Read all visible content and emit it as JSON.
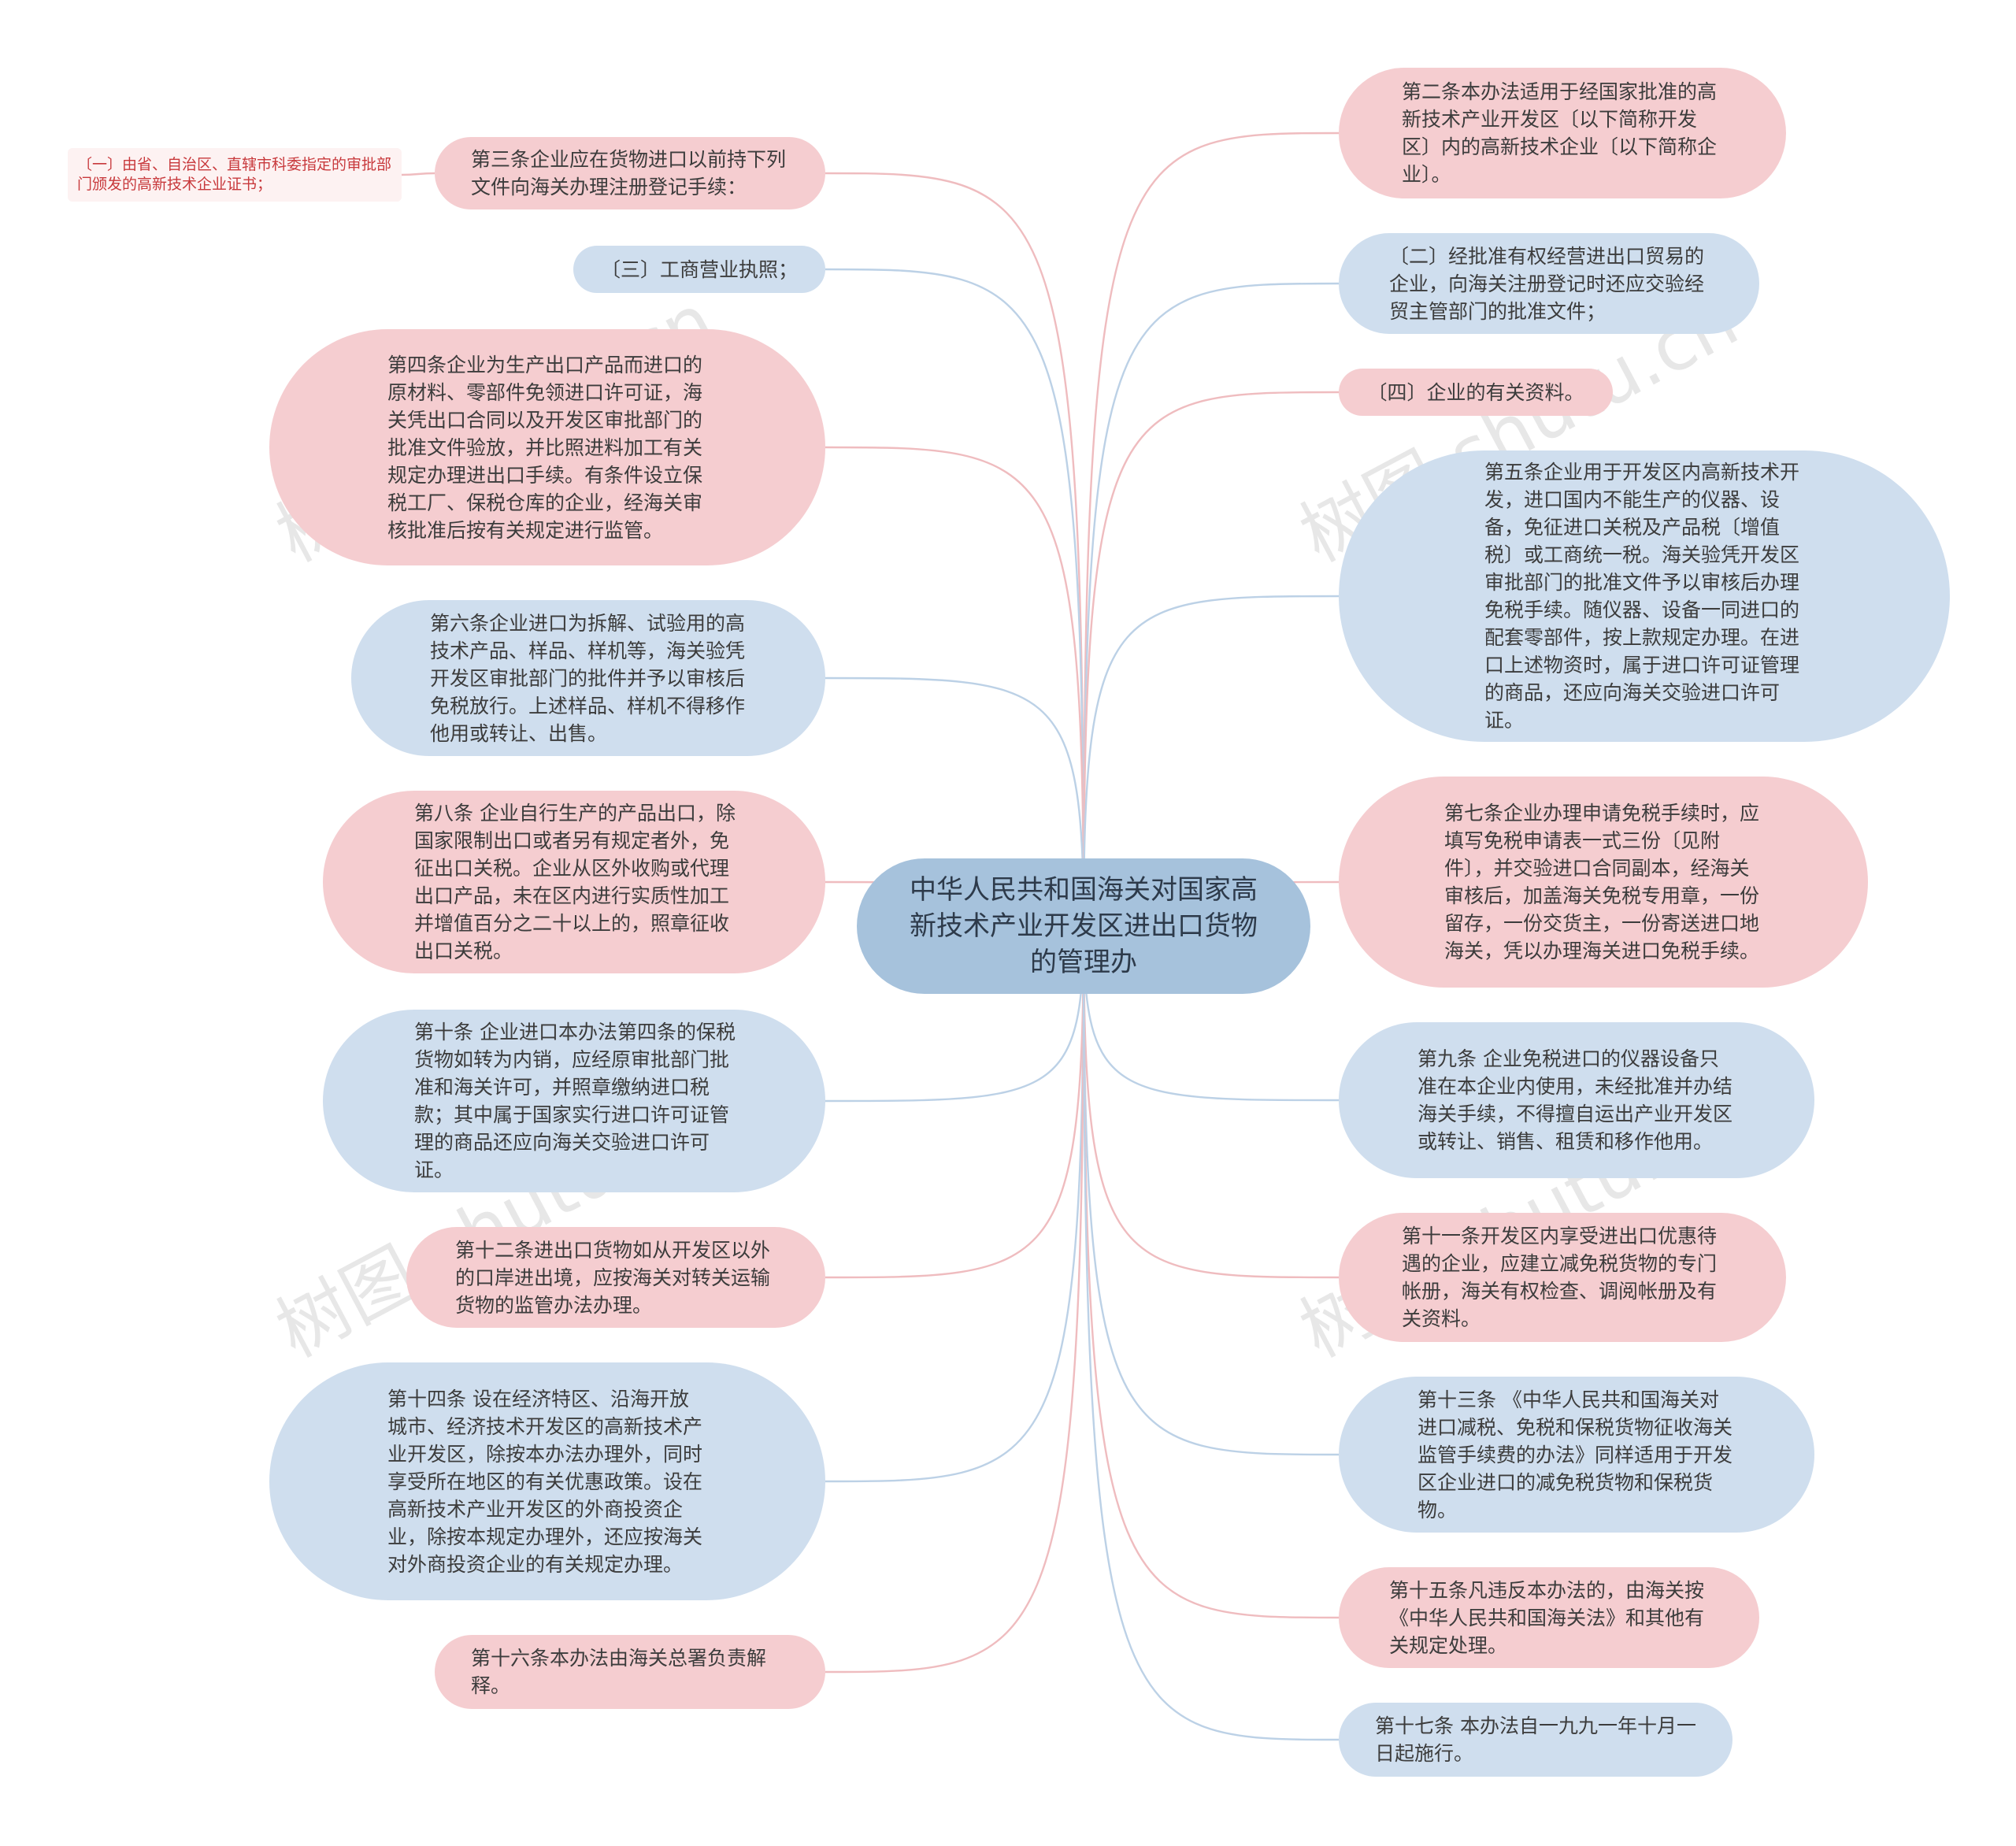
{
  "center": {
    "label": "中华人民共和国海关对国家高新技术产业开发区进出口货物的管理办"
  },
  "sub_note": {
    "label": "〔一〕由省、自治区、直辖市科委指定的审批部门颁发的高新技术企业证书；"
  },
  "left_nodes": [
    {
      "id": "art3",
      "color": "pink",
      "label": "第三条企业应在货物进口以前持下列文件向海关办理注册登记手续："
    },
    {
      "id": "item3",
      "color": "blue",
      "label": "〔三〕工商营业执照；"
    },
    {
      "id": "art4",
      "color": "pink",
      "label": "第四条企业为生产出口产品而进口的原材料、零部件免领进口许可证，海关凭出口合同以及开发区审批部门的批准文件验放，并比照进料加工有关规定办理进出口手续。有条件设立保税工厂、保税仓库的企业，经海关审核批准后按有关规定进行监管。"
    },
    {
      "id": "art6",
      "color": "blue",
      "label": "第六条企业进口为拆解、试验用的高技术产品、样品、样机等，海关验凭开发区审批部门的批件并予以审核后免税放行。上述样品、样机不得移作他用或转让、出售。"
    },
    {
      "id": "art8",
      "color": "pink",
      "label": "第八条 企业自行生产的产品出口，除国家限制出口或者另有规定者外，免征出口关税。企业从区外收购或代理出口产品，未在区内进行实质性加工并增值百分之二十以上的，照章征收出口关税。"
    },
    {
      "id": "art10",
      "color": "blue",
      "label": "第十条 企业进口本办法第四条的保税货物如转为内销，应经原审批部门批准和海关许可，并照章缴纳进口税款；其中属于国家实行进口许可证管理的商品还应向海关交验进口许可证。"
    },
    {
      "id": "art12",
      "color": "pink",
      "label": "第十二条进出口货物如从开发区以外的口岸进出境，应按海关对转关运输货物的监管办法办理。"
    },
    {
      "id": "art14",
      "color": "blue",
      "label": "第十四条 设在经济特区、沿海开放城市、经济技术开发区的高新技术产业开发区，除按本办法办理外，同时享受所在地区的有关优惠政策。设在高新技术产业开发区的外商投资企业，除按本规定办理外，还应按海关对外商投资企业的有关规定办理。"
    },
    {
      "id": "art16",
      "color": "pink",
      "label": "第十六条本办法由海关总署负责解释。"
    }
  ],
  "right_nodes": [
    {
      "id": "art2",
      "color": "pink",
      "label": "第二条本办法适用于经国家批准的高新技术产业开发区〔以下简称开发区〕内的高新技术企业〔以下简称企业〕。"
    },
    {
      "id": "item2",
      "color": "blue",
      "label": "〔二〕经批准有权经营进出口贸易的企业，向海关注册登记时还应交验经贸主管部门的批准文件；"
    },
    {
      "id": "item4",
      "color": "pink",
      "label": "〔四〕企业的有关资料。"
    },
    {
      "id": "art5",
      "color": "blue",
      "label": "第五条企业用于开发区内高新技术开发，进口国内不能生产的仪器、设备，免征进口关税及产品税〔增值税〕或工商统一税。海关验凭开发区审批部门的批准文件予以审核后办理免税手续。随仪器、设备一同进口的配套零部件，按上款规定办理。在进口上述物资时，属于进口许可证管理的商品，还应向海关交验进口许可证。"
    },
    {
      "id": "art7",
      "color": "pink",
      "label": "第七条企业办理申请免税手续时，应填写免税申请表一式三份〔见附件〕，并交验进口合同副本，经海关审核后，加盖海关免税专用章，一份留存，一份交货主，一份寄送进口地海关，凭以办理海关进口免税手续。"
    },
    {
      "id": "art9",
      "color": "blue",
      "label": "第九条 企业免税进口的仪器设备只准在本企业内使用，未经批准并办结海关手续，不得擅自运出产业开发区或转让、销售、租赁和移作他用。"
    },
    {
      "id": "art11",
      "color": "pink",
      "label": "第十一条开发区内享受进出口优惠待遇的企业，应建立减免税货物的专门帐册，海关有权检查、调阅帐册及有关资料。"
    },
    {
      "id": "art13",
      "color": "blue",
      "label": "第十三条 《中华人民共和国海关对进口减税、免税和保税货物征收海关监管手续费的办法》同样适用于开发区企业进口的减免税货物和保税货物。"
    },
    {
      "id": "art15",
      "color": "pink",
      "label": "第十五条凡违反本办法的，由海关按《中华人民共和国海关法》和其他有关规定处理。"
    },
    {
      "id": "art17",
      "color": "blue",
      "label": "第十七条 本办法自一九九一年十月一日起施行。"
    }
  ],
  "colors": {
    "pink": "#f5cdd0",
    "blue": "#cfdeee",
    "center": "#a6c2dc",
    "pink_line": "#efbcbf",
    "blue_line": "#bcd1e6"
  },
  "watermarks": [
    "树图 shutu.cn",
    "树图 shutu.cn",
    "树图 shutu.cn",
    "树图 shutu.cn"
  ]
}
